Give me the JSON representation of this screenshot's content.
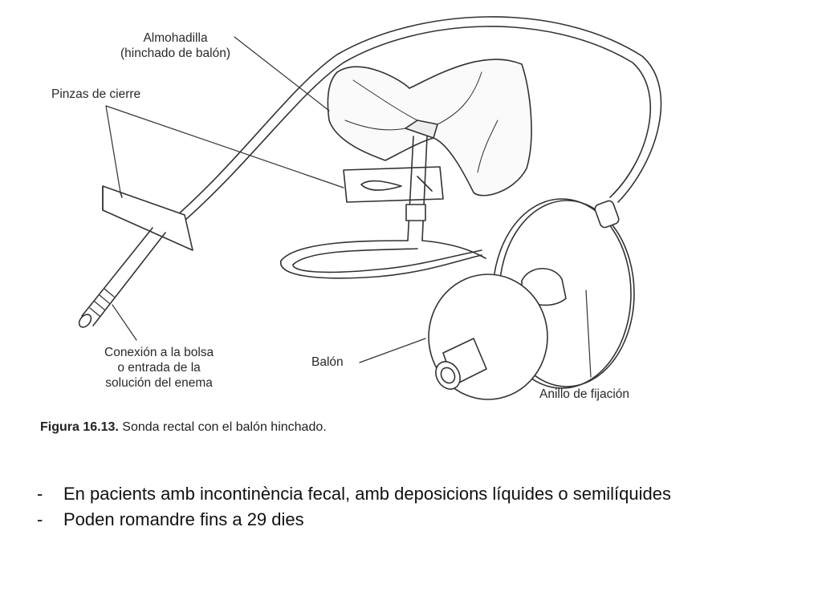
{
  "labels": {
    "almohadilla_line1": "Almohadilla",
    "almohadilla_line2": "(hinchado de balón)",
    "pinzas": "Pinzas de cierre",
    "conexion_line1": "Conexión a la bolsa",
    "conexion_line2": "o entrada de la",
    "conexion_line3": "solución del enema",
    "balon": "Balón",
    "anillo": "Anillo de fijación"
  },
  "caption": {
    "figure_number": "Figura 16.13.",
    "text": "Sonda rectal con el balón hinchado."
  },
  "bullets": [
    {
      "marker": "-",
      "text": "En pacients amb incontinència fecal, amb deposicions líquides o semilíquides"
    },
    {
      "marker": "-",
      "text": "Poden romandre fins a 29 dies"
    }
  ]
}
